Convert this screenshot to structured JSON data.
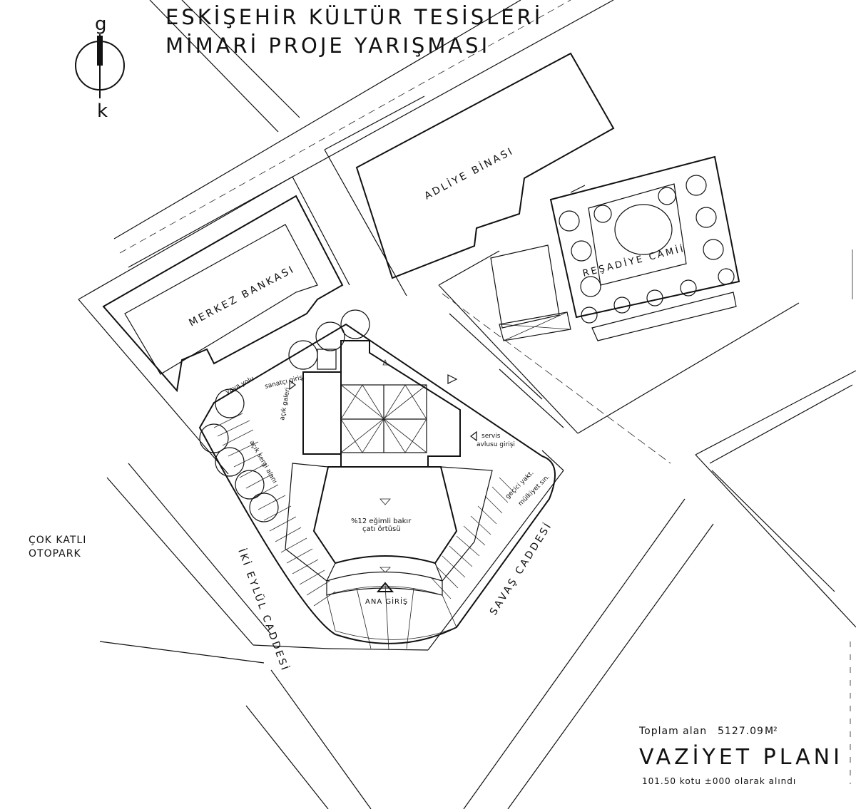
{
  "title": {
    "line1": "ESKİŞEHİR KÜLTÜR TESİSLERİ",
    "line2": "MİMARİ PROJE YARIŞMASI"
  },
  "north_arrow": {
    "top": "g",
    "bottom": "k"
  },
  "buildings": {
    "adliye": "ADLİYE BİNASI",
    "merkez": "MERKEZ BANKASI",
    "camii": "REŞADİYE CAMİİ",
    "otopark": [
      "ÇOK KATLI",
      "OTOPARK"
    ]
  },
  "streets": {
    "iki_eylul": "İKİ EYLÜL CADDESİ",
    "savas": "SAVAŞ CADDESİ"
  },
  "annotations": {
    "yaya_yolu": "yaya yolu",
    "sanatci_girisi": "sanatçı girişi",
    "acik_galeri": "açık galeri",
    "acik_sergi": "açık sergi alanı",
    "servis": "servis",
    "avlu_girisi": "avlusu girişi",
    "gecici_vakt": "geçici yakt.",
    "gecici_vakt2": "mülkiyet sın.",
    "roof1": "%12 eğimli bakır",
    "roof2": "çatı örtüsü",
    "ana_giris": "ANA GİRİŞ"
  },
  "info": {
    "area_label": "Toplam alan",
    "area_value": "5127.09",
    "area_unit": "M²",
    "plan_title": "VAZİYET PLANI",
    "note": "101.50 kotu ±000 olarak alındı"
  }
}
